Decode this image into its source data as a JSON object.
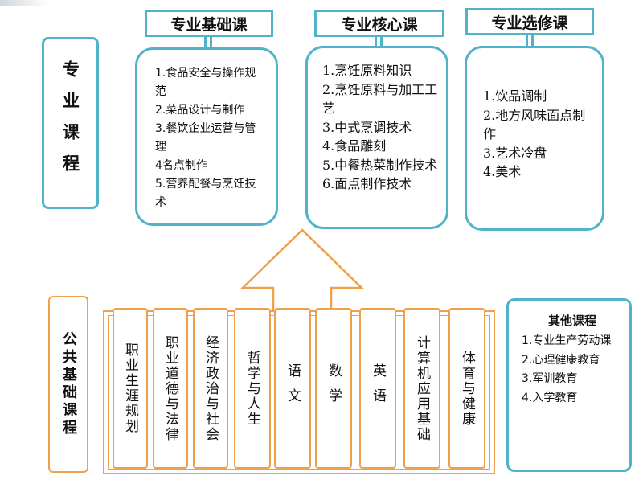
{
  "major_label": "专业课程",
  "public_label": "公共基础课程",
  "columns": [
    {
      "title": "专业基础课",
      "items": [
        "1.食品安全与操作规范",
        "2.菜品设计与制作",
        "3.餐饮企业运营与管理",
        "4名点制作",
        "5.营养配餐与烹饪技术"
      ]
    },
    {
      "title": "专业核心课",
      "items": [
        "1.烹饪原料知识",
        "2.烹饪原料与加工工艺",
        "3.中式烹调技术",
        "4.食品雕刻",
        "5.中餐热菜制作技术",
        "6.面点制作技术"
      ]
    },
    {
      "title": "专业选修课",
      "items": [
        "1.饮品调制",
        "2.地方风味面点制作",
        "3.艺术冷盘",
        "4.美术"
      ]
    }
  ],
  "books": [
    "职业生涯规划",
    "职业道德与法律",
    "经济政治与社会",
    "哲学与人生",
    "语文",
    "数学",
    "英语",
    "计算机应用基础",
    "体育与健康"
  ],
  "other": {
    "title": "其他课程",
    "items": [
      "1.专业生产劳动课",
      "2.心理健康教育",
      "3.军训教育",
      "4.入学教育"
    ]
  },
  "colors": {
    "teal": "#4fb3c9",
    "orange": "#f0a04b"
  }
}
